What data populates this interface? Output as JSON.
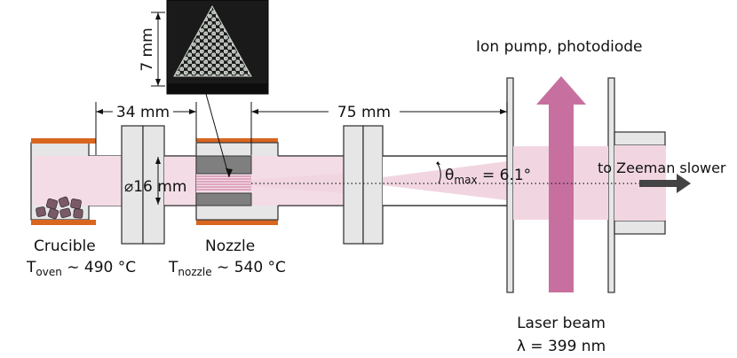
{
  "labels": {
    "inset_height": "7 mm",
    "dist_left": "34 mm",
    "dist_right": "75 mm",
    "diameter": "⌀16 mm",
    "crucible": "Crucible",
    "oven_temp_T": "T",
    "oven_temp_sub": "oven",
    "oven_temp_value": " ∼ 490 °C",
    "nozzle": "Nozzle",
    "nozzle_temp_T": "T",
    "nozzle_temp_sub": "nozzle",
    "nozzle_temp_value": " ∼ 540 °C",
    "angle_theta": "θ",
    "angle_sub": "max",
    "angle_value": " = 6.1°",
    "ion_pump": "Ion pump, photodiode",
    "zeeman": "to Zeeman slower",
    "laser_beam": "Laser beam",
    "wavelength": "λ = 399 nm"
  },
  "colors": {
    "heater": "#d9661f",
    "atom_beam": "#f1d6e1",
    "laser": "#c7709f",
    "nozzle_block": "#7f7f7f",
    "capillaries": "#c66f9a",
    "crystals": "#7a5a68",
    "arrow": "#444444"
  }
}
